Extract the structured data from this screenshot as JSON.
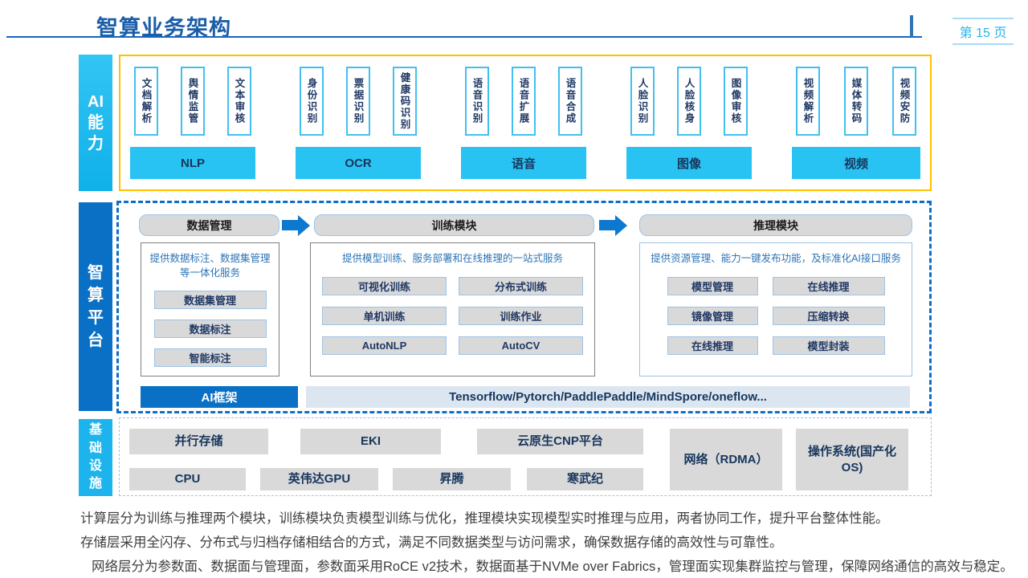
{
  "header": {
    "title": "智算业务架构",
    "page_badge": "第 15 页"
  },
  "colors": {
    "accent_blue": "#0a70c5",
    "cyan": "#29c3f3",
    "gold_border": "#ffc000",
    "dashed_border": "#0d6fc8",
    "gray_box": "#d9d9d9",
    "dark_navy_text": "#17365d",
    "desc_blue": "#2e75b6"
  },
  "ai": {
    "label": "AI能力",
    "label_lines": [
      "AI",
      "能",
      "力"
    ],
    "groups": [
      {
        "category": "NLP",
        "items": [
          "文档解析",
          "舆情监管",
          "文本审核"
        ]
      },
      {
        "category": "OCR",
        "items": [
          "身份识别",
          "票据识别",
          "健康码识别"
        ]
      },
      {
        "category": "语音",
        "items": [
          "语音识别",
          "语音扩展",
          "语音合成"
        ]
      },
      {
        "category": "图像",
        "items": [
          "人脸识别",
          "人脸核身",
          "图像审核"
        ]
      },
      {
        "category": "视频",
        "items": [
          "视频解析",
          "媒体转码",
          "视频安防"
        ]
      }
    ]
  },
  "platform": {
    "label": "智算平台",
    "label_lines": [
      "智",
      "算",
      "平",
      "台"
    ],
    "headers": [
      "数据管理",
      "训练模块",
      "推理模块"
    ],
    "data_module": {
      "desc": "提供数据标注、数据集管理等一体化服务",
      "buttons": [
        "数据集管理",
        "数据标注",
        "智能标注"
      ]
    },
    "train_module": {
      "desc": "提供模型训练、服务部署和在线推理的一站式服务",
      "col1": [
        "可视化训练",
        "单机训练",
        "AutoNLP"
      ],
      "col2": [
        "分布式训练",
        "训练作业",
        "AutoCV"
      ]
    },
    "infer_module": {
      "desc": "提供资源管理、能力一键发布功能，及标准化AI接口服务",
      "col1": [
        "模型管理",
        "镜像管理",
        "在线推理"
      ],
      "col2": [
        "在线推理",
        "压缩转换",
        "模型封装"
      ]
    },
    "framework_label": "AI框架",
    "frameworks": "Tensorflow/Pytorch/PaddlePaddle/MindSpore/oneflow..."
  },
  "infra": {
    "label": "基础设施",
    "label_lines": [
      "基",
      "础",
      "设",
      "施"
    ],
    "row1": [
      "并行存储",
      "EKI",
      "云原生CNP平台"
    ],
    "row2": [
      "CPU",
      "英伟达GPU",
      "昇腾",
      "寒武纪"
    ],
    "tall": [
      "网络（RDMA）",
      "操作系统(国产化OS)"
    ]
  },
  "notes": [
    "计算层分为训练与推理两个模块，训练模块负责模型训练与优化，推理模块实现模型实时推理与应用，两者协同工作，提升平台整体性能。",
    "存储层采用全闪存、分布式与归档存储相结合的方式，满足不同数据类型与访问需求，确保数据存储的高效性与可靠性。",
    "网络层分为参数面、数据面与管理面，参数面采用RoCE v2技术，数据面基于NVMe over Fabrics，管理面实现集群监控与管理，保障网络通信的高效与稳定。"
  ]
}
